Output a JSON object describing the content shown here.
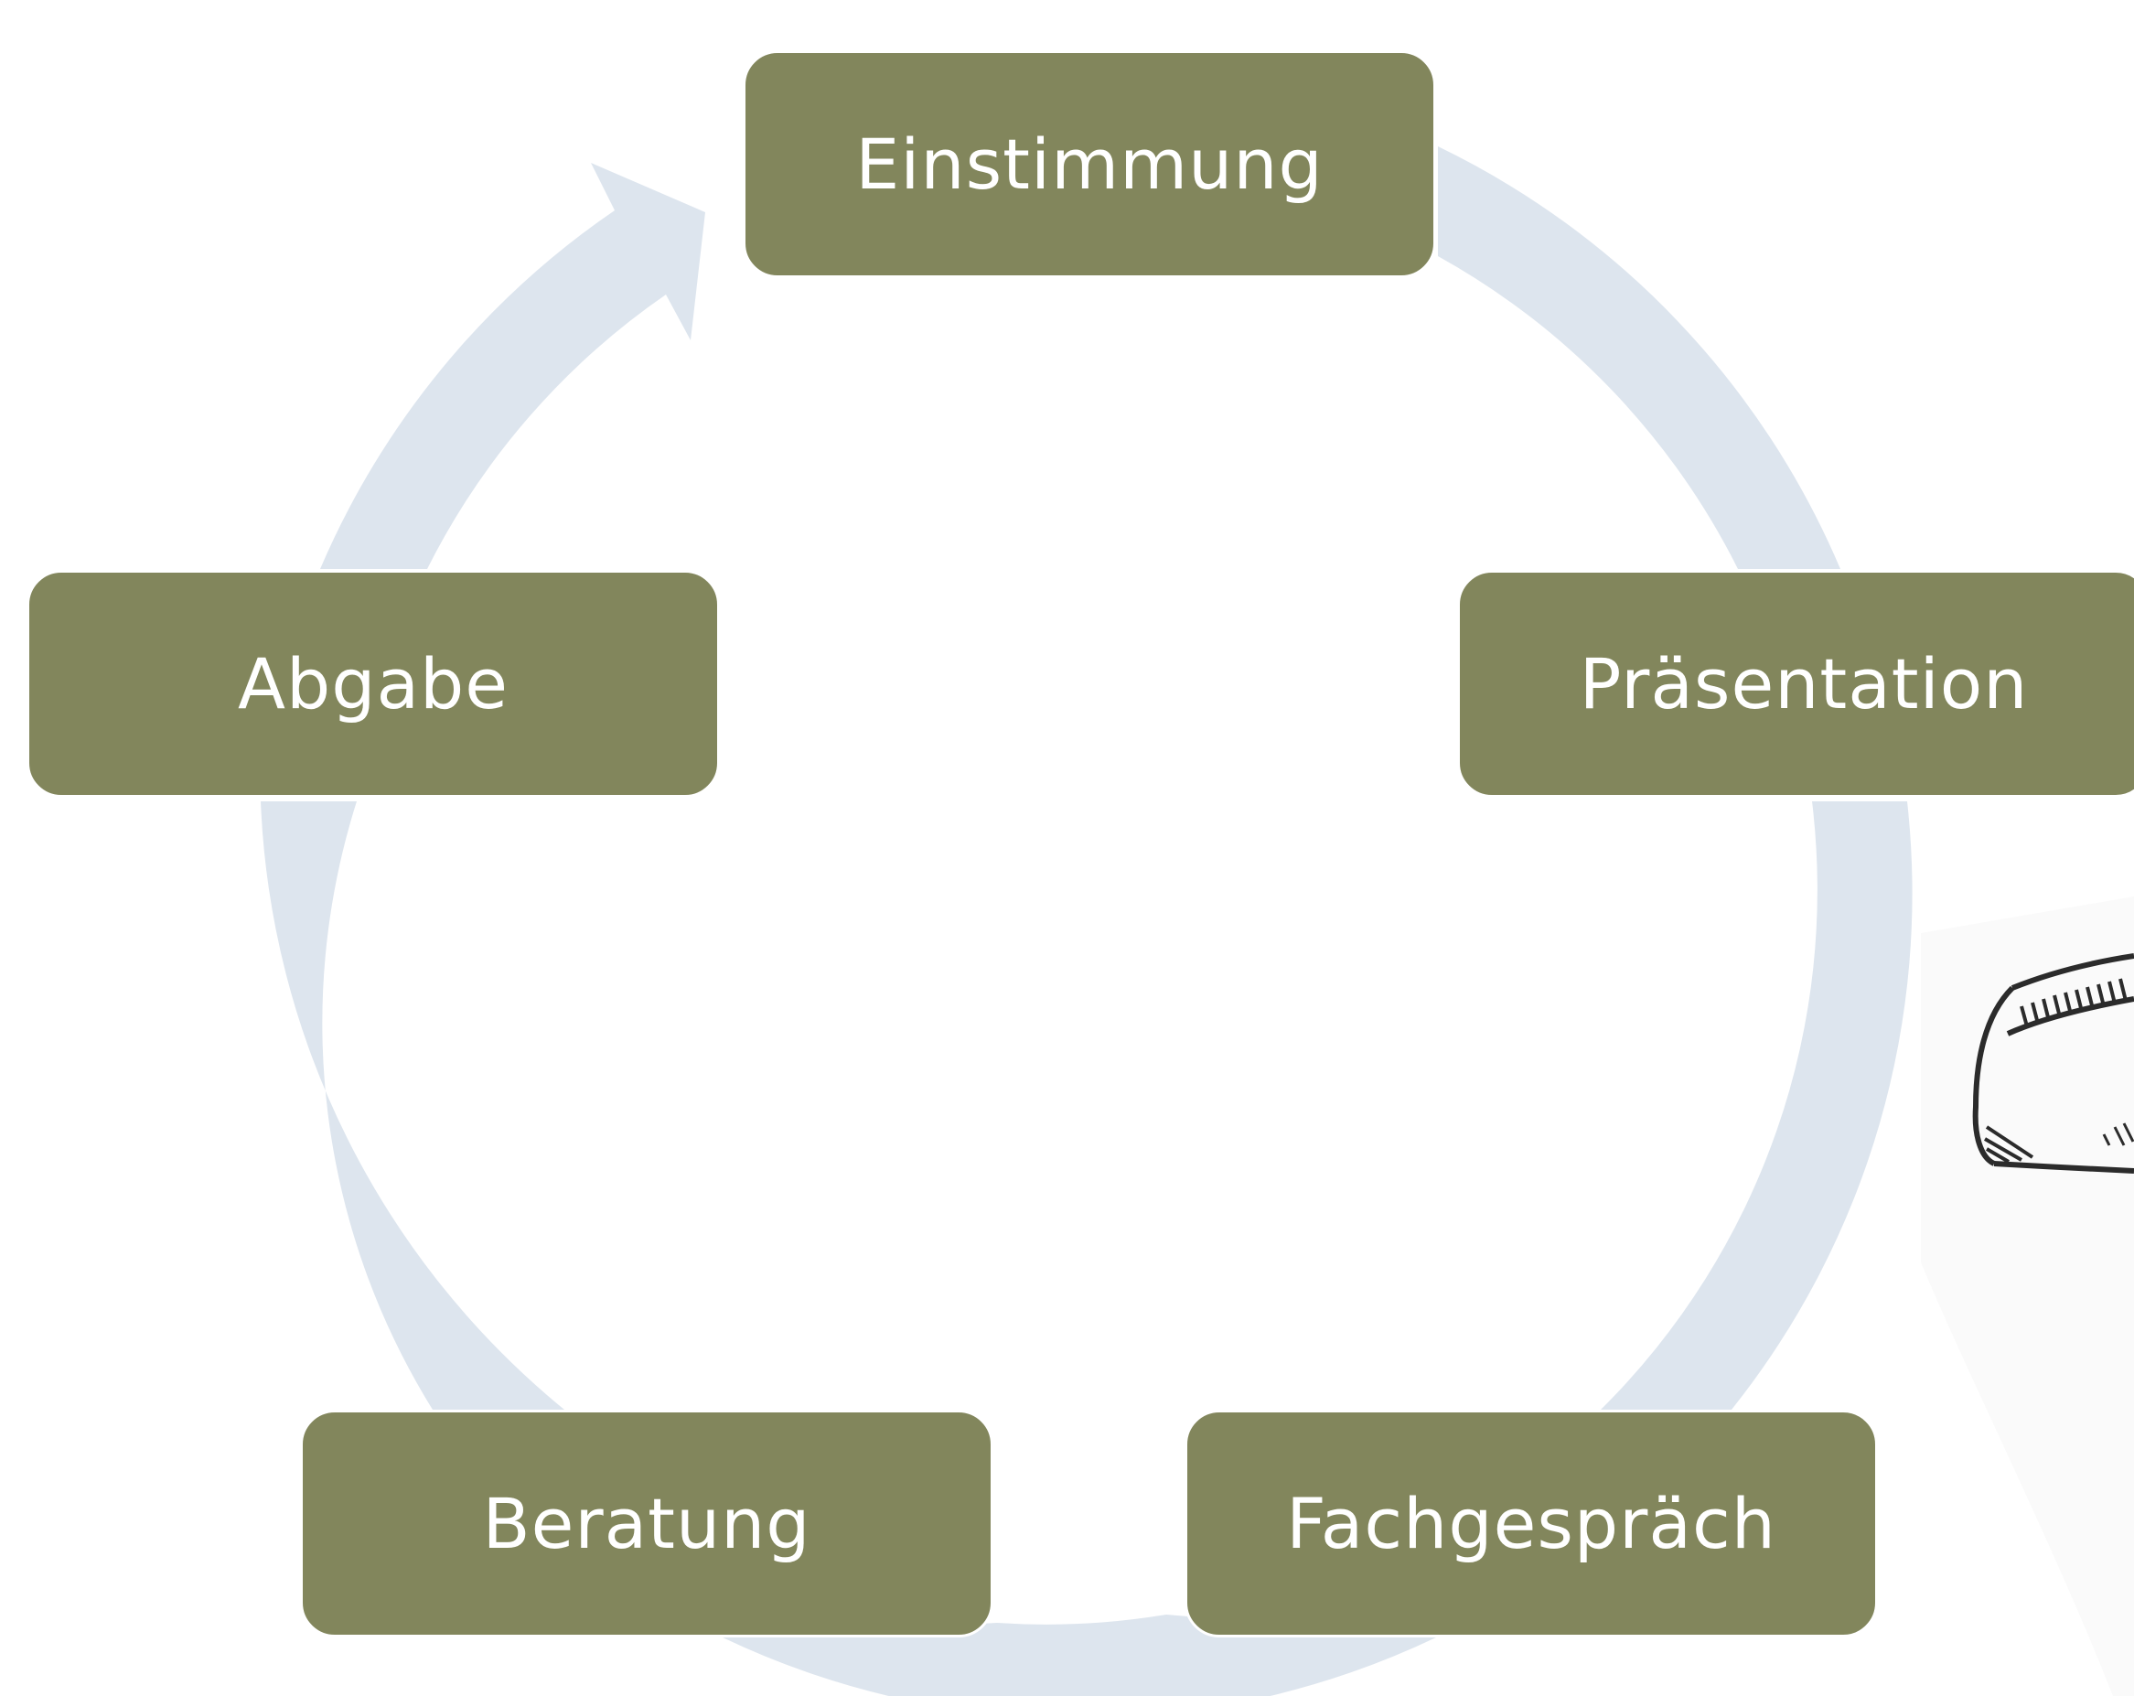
{
  "diagram": {
    "type": "cycle",
    "colors": {
      "box_fill": "#82865c",
      "box_text": "#ffffff",
      "arrow": "#dde5ee",
      "background": "#ffffff",
      "illustration_line": "#2b2b2b"
    },
    "steps": [
      {
        "label": "Einstimmung"
      },
      {
        "label": "Präsentation"
      },
      {
        "label": "Fachgespräch"
      },
      {
        "label": "Beratung"
      },
      {
        "label": "Abgabe"
      }
    ],
    "cycle_direction": "clockwise",
    "illustration": "partial line-drawing of an object (cropped at right edge)"
  }
}
